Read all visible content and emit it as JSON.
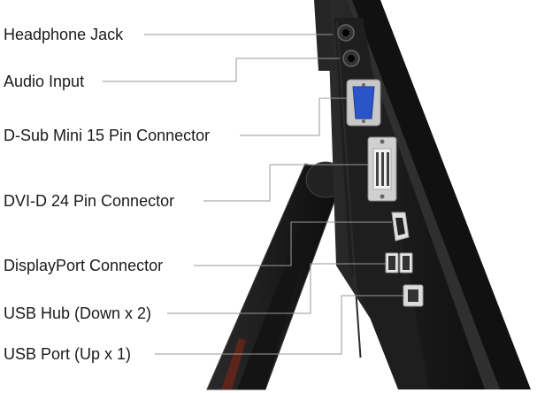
{
  "callouts": [
    {
      "id": "headphone-jack",
      "label": "Headphone Jack"
    },
    {
      "id": "audio-input",
      "label": "Audio Input"
    },
    {
      "id": "dsub-connector",
      "label": "D-Sub Mini 15 Pin Connector"
    },
    {
      "id": "dvid-connector",
      "label": "DVI-D 24 Pin Connector"
    },
    {
      "id": "displayport-connector",
      "label": "DisplayPort Connector"
    },
    {
      "id": "usb-hub",
      "label": "USB Hub (Down x 2)"
    },
    {
      "id": "usb-port",
      "label": "USB Port (Up x 1)"
    }
  ],
  "colors": {
    "monitor_body": "#1c1c1c",
    "monitor_edge": "#3a3a3a",
    "stand": "#1a1a1a",
    "stand_accent": "#8a2a1a",
    "connector_blue": "#2a55c8",
    "connector_white": "#e8e8e8",
    "leader_line": "#9a9a9a",
    "text": "#1a1a1a"
  }
}
